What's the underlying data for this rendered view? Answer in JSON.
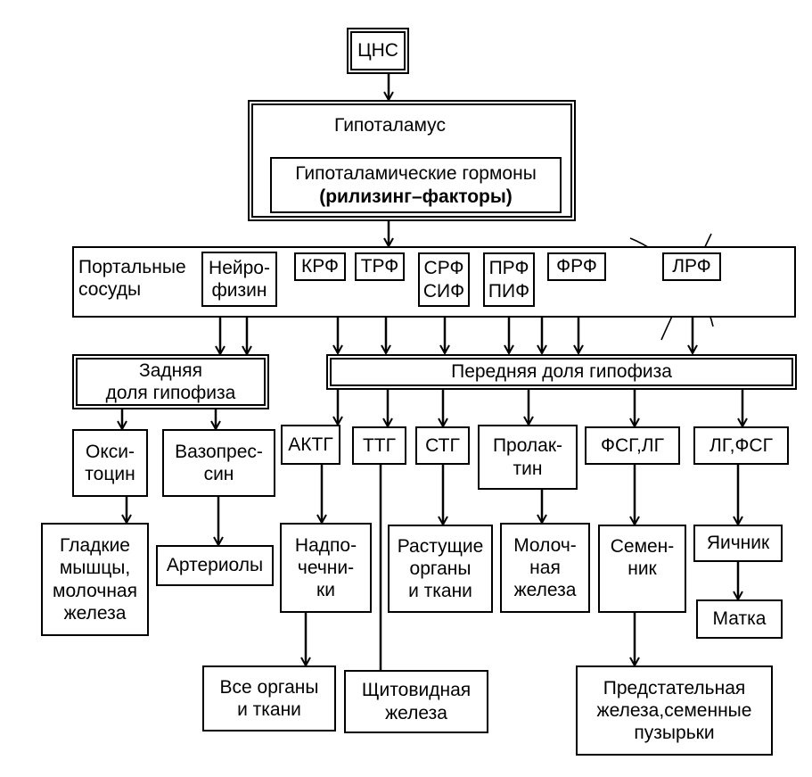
{
  "cns": "ЦНС",
  "hypothalamus": {
    "title": "Гипоталамус",
    "hormones_line1": "Гипоталамические гормоны",
    "hormones_line2": "(рилизинг–факторы)"
  },
  "portal": {
    "label_line1": "Портальные",
    "label_line2": "сосуды",
    "neurophysin_line1": "Нейро-",
    "neurophysin_line2": "физин",
    "factors": {
      "krf": "КРФ",
      "trf": "ТРФ",
      "srf": "СРФ",
      "sif": "СИФ",
      "prf": "ПРФ",
      "pif": "ПИФ",
      "frf": "ФРФ",
      "lrf": "ЛРФ"
    }
  },
  "posterior": {
    "line1": "Задняя",
    "line2": "доля гипофиза",
    "oxytocin_line1": "Окси-",
    "oxytocin_line2": "тоцин",
    "vasopressin_line1": "Вазопрес-",
    "vasopressin_line2": "син",
    "smooth_line1": "Гладкие",
    "smooth_line2": "мышцы,",
    "smooth_line3": "молочная",
    "smooth_line4": "железа",
    "arterioles": "Артериолы"
  },
  "anterior": {
    "title": "Передняя доля гипофиза",
    "actg": "АКТГ",
    "ttg": "ТТГ",
    "stg": "СТГ",
    "prolactin_line1": "Пролак-",
    "prolactin_line2": "тин",
    "fsg_lg": "ФСГ,ЛГ",
    "lg_fsg": "ЛГ,ФСГ"
  },
  "targets": {
    "adrenal_line1": "Надпо-",
    "adrenal_line2": "чечни-",
    "adrenal_line3": "ки",
    "growing_line1": "Растущие",
    "growing_line2": "органы",
    "growing_line3": "и ткани",
    "mammary_line1": "Молоч-",
    "mammary_line2": "ная",
    "mammary_line3": "железа",
    "testis_line1": "Семен-",
    "testis_line2": "ник",
    "ovary": "Яичник",
    "uterus": "Матка",
    "all_organs_line1": "Все органы",
    "all_organs_line2": "и ткани",
    "thyroid_line1": "Щитовидная",
    "thyroid_line2": "железа",
    "prostate_line1": "Предстательная",
    "prostate_line2": "железа,семенные",
    "prostate_line3": "пузырьки"
  }
}
